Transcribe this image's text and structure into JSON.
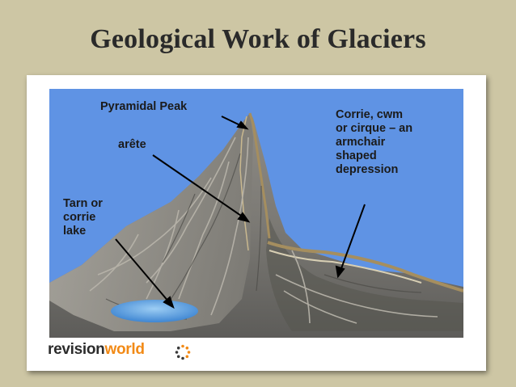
{
  "title": "Geological Work of Glaciers",
  "labels": {
    "pyramidal_peak": "Pyramidal Peak",
    "arete": "arête",
    "tarn": "Tarn or\ncorrie\nlake",
    "corrie": "Corrie, cwm\nor cirque – an\narmchair\nshaped\ndepression"
  },
  "logo": {
    "part1": "revision",
    "part2": "world",
    "icon": "dotted-circle-icon"
  },
  "colors": {
    "sky": "#5f93e4",
    "tarn": "#5ea8e8",
    "logo_accent": "#f28a16",
    "background": "#cdc6a4"
  }
}
